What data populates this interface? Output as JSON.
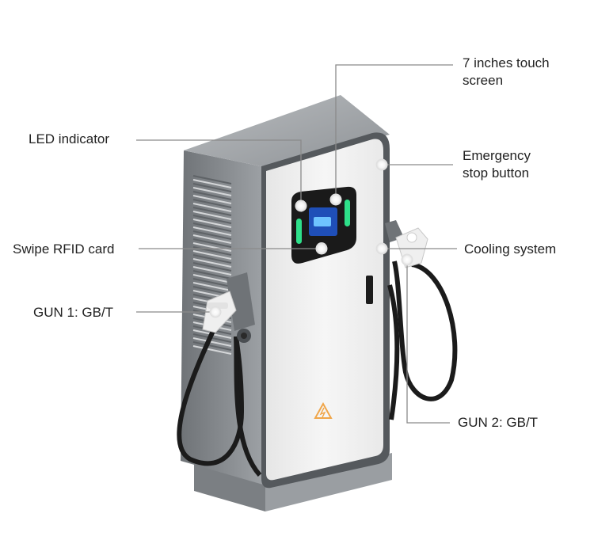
{
  "labels": {
    "touch_screen": [
      "7 inches touch",
      "screen"
    ],
    "led_indicator": "LED indicator",
    "emergency_stop": [
      "Emergency",
      "stop button"
    ],
    "swipe_rfid": "Swipe RFID card",
    "cooling_system": "Cooling system",
    "gun1": "GUN 1: GB/T",
    "gun2": "GUN 2: GB/T"
  },
  "colors": {
    "leader_line": "#8a8a8a",
    "body_gray": "#8c9094",
    "front_panel": "#f2f2f2",
    "led_green": "#2ee08a",
    "screen_blue": "#1f4fb8",
    "cable": "#1b1b1b",
    "warning": "#f0a64a"
  }
}
